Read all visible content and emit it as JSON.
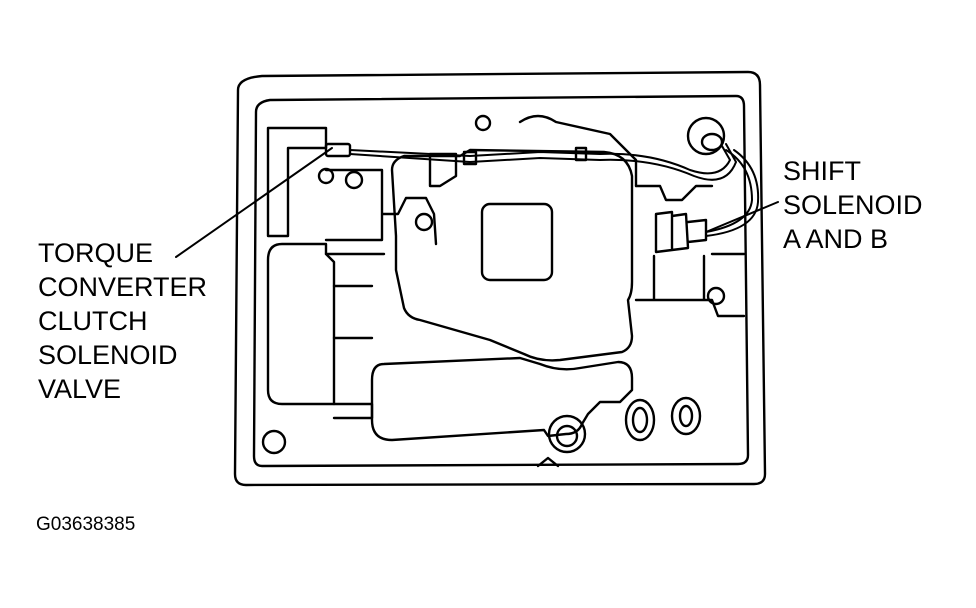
{
  "figure": {
    "figure_id": "G03638385",
    "line_color": "#000000",
    "background": "#ffffff"
  },
  "labels": {
    "torque_converter": [
      "TORQUE",
      "CONVERTER",
      "CLUTCH",
      "SOLENOID",
      "VALVE"
    ],
    "shift_solenoid": [
      "SHIFT",
      "SOLENOID",
      "A AND B"
    ]
  }
}
